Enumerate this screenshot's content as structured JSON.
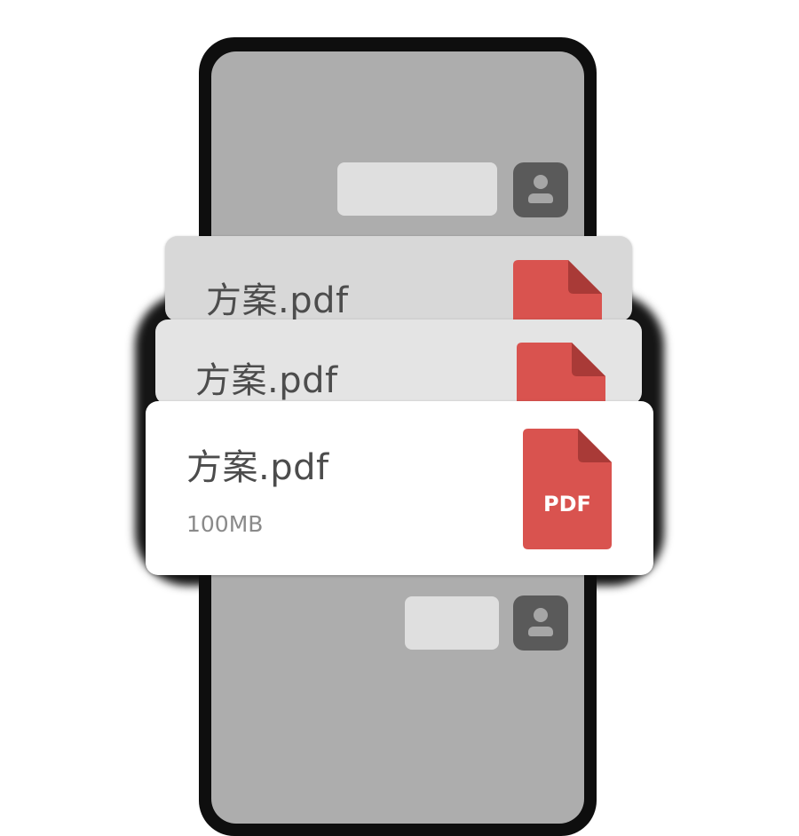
{
  "file": {
    "name": "方案.pdf",
    "size": "100MB",
    "type_label": "PDF"
  },
  "colors": {
    "pdf_red": "#d9534f",
    "pdf_fold": "#a93a37",
    "phone_frame": "#0e0e0e",
    "phone_screen": "#adadad",
    "card_front": "#ffffff"
  },
  "icons": {
    "file": "pdf-file-icon",
    "avatar": "user-avatar-icon"
  }
}
